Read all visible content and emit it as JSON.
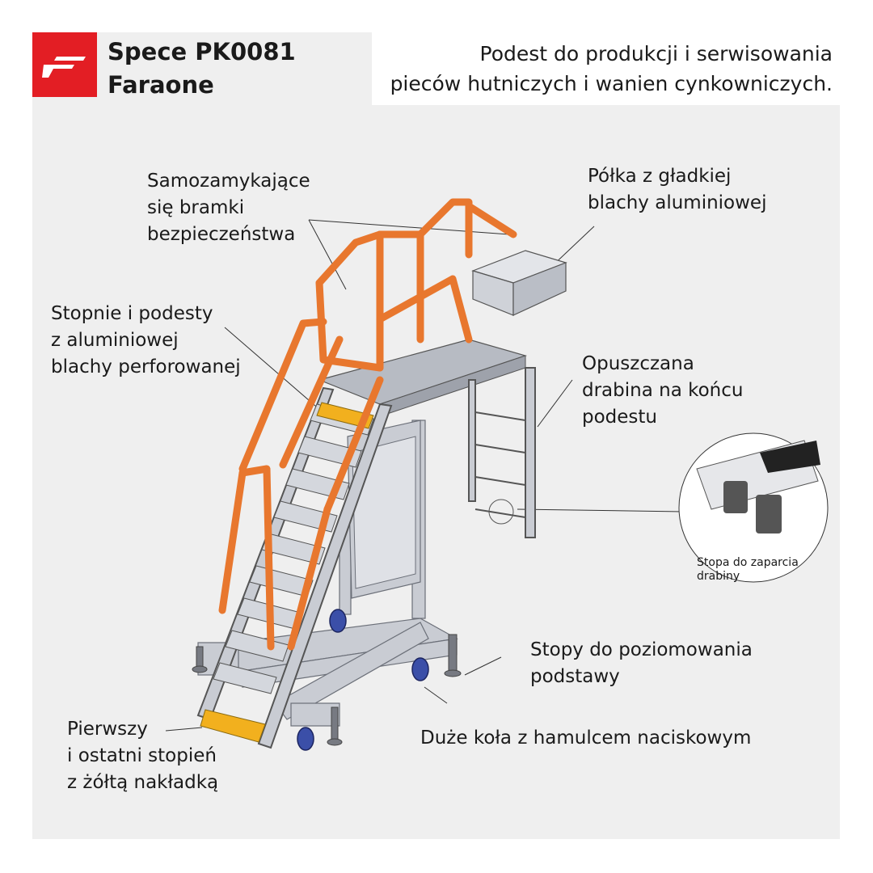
{
  "brand": {
    "logo_icon": "faraone-logo-icon",
    "logo_color": "#e31e24",
    "line1": "Spece PK0081",
    "line2": "Faraone"
  },
  "headline": {
    "line1": "Podest do produkcji i serwisowania",
    "line2": "pieców hutniczych i wanien cynkowniczych."
  },
  "callouts": {
    "gates": [
      "Samozamykające",
      "się bramki",
      "bezpieczeństwa"
    ],
    "steps": [
      "Stopnie i podesty",
      "z aluminiowej",
      "blachy perforowanej"
    ],
    "shelf": [
      "Półka z gładkiej",
      "blachy aluminiowej"
    ],
    "ladder": [
      "Opuszczana",
      "drabina na końcu",
      "podestu"
    ],
    "ladder_foot": [
      "Stopa do zaparcia",
      "drabiny"
    ],
    "leveling_feet": [
      "Stopy do poziomowania",
      "podstawy"
    ],
    "wheels": [
      "Duże koła z hamulcem naciskowym"
    ],
    "first_last_step": [
      "Pierwszy",
      "i ostatni stopień",
      "z żółtą nakładką"
    ]
  },
  "colors": {
    "railing": "#e8772e",
    "frame": "#c9ccd3",
    "step_accent": "#f2b01e",
    "wheel": "#3b4fa8",
    "panel_bg": "#efefef"
  }
}
